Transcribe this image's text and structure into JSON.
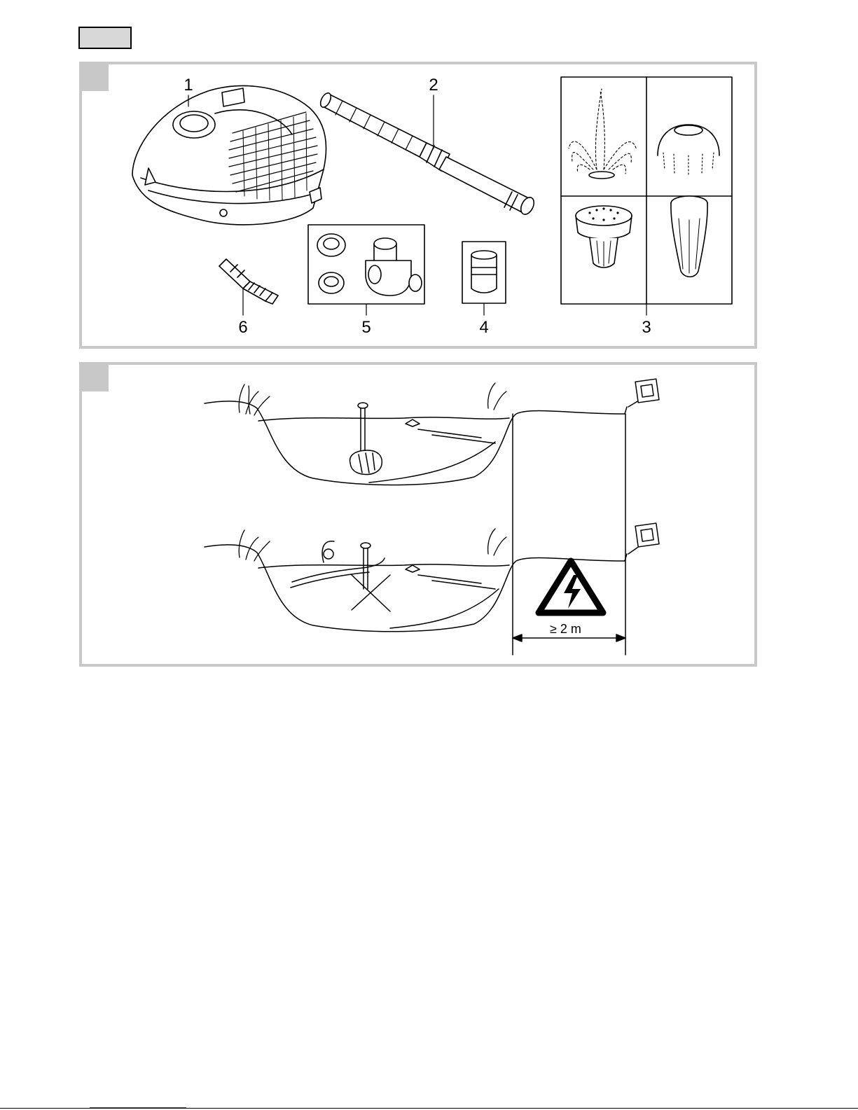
{
  "figure_1": {
    "callouts": [
      "1",
      "2",
      "3",
      "4",
      "5",
      "6"
    ],
    "items": [
      {
        "number": "1",
        "depicts": "pump"
      },
      {
        "number": "2",
        "depicts": "telescopic-extension"
      },
      {
        "number": "3",
        "depicts": "fountain-nozzles"
      },
      {
        "number": "4",
        "depicts": "adapter"
      },
      {
        "number": "5",
        "depicts": "t-piece-with-nuts"
      },
      {
        "number": "6",
        "depicts": "hose-adapter"
      }
    ]
  },
  "figure_2": {
    "distance_label": "≥ 2 m",
    "warning_symbol": "electric-shock-warning-icon"
  },
  "colors": {
    "panel_border": "#c8c8c8",
    "header_tab_fill": "#d8d8d8",
    "line_art": "#000000"
  }
}
